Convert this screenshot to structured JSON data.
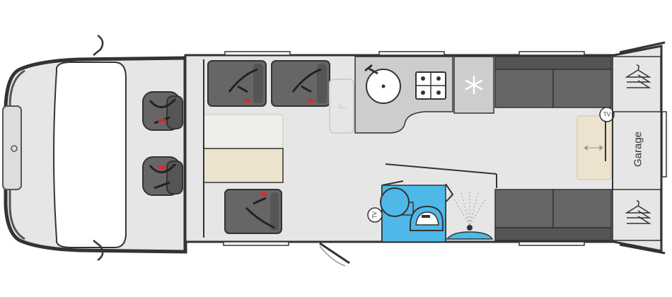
{
  "floorplan": {
    "garage_label": "Garage",
    "tv_labels": [
      "TV",
      "TV"
    ],
    "icons": {
      "sink": "sink-icon",
      "hob": "hob-icon",
      "fridge": "snowflake-icon",
      "wardrobe": "hanger-icon",
      "seatbelt": "seatbelt-icon",
      "shower": "shower-icon",
      "toilet": "toilet-icon",
      "washbasin": "washbasin-icon",
      "bed_extend": "double-arrow-icon"
    },
    "colors": {
      "floor": "#e6e6e6",
      "outline": "#333333",
      "seat": "#666666",
      "bed": "#ece3ce",
      "table": "#efeee9",
      "washroom": "#4eb9e8",
      "kitchen": "#cdcdcd"
    }
  }
}
